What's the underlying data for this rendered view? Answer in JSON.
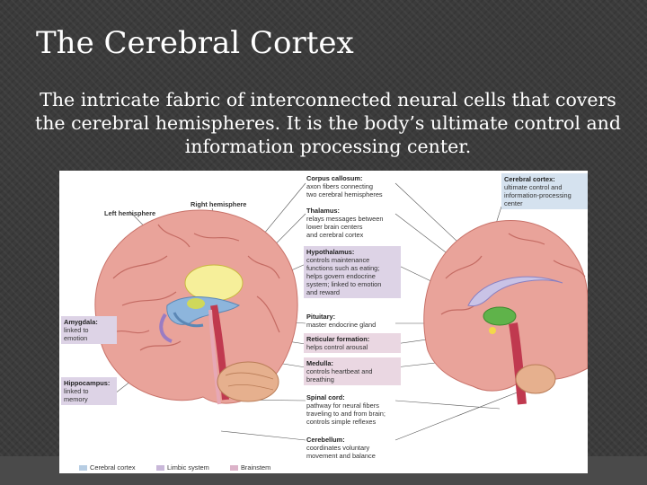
{
  "slide": {
    "title": "The Cerebral Cortex",
    "body": "The intricate fabric of interconnected neural cells that covers the cerebral hemispheres. It is the body’s ultimate control and information processing center."
  },
  "figure": {
    "top_labels": {
      "left_hemisphere": "Left hemisphere",
      "right_hemisphere": "Right hemisphere"
    },
    "left_callouts": [
      {
        "title": "Amygdala:",
        "lines": [
          "linked to",
          "emotion"
        ],
        "color": "#ddd3e6"
      },
      {
        "title": "Hippocampus:",
        "lines": [
          "linked to",
          "memory"
        ],
        "color": "#ddd3e6"
      }
    ],
    "center_callouts": [
      {
        "title": "Corpus callosum:",
        "lines": [
          "axon fibers connecting",
          "two cerebral hemispheres"
        ],
        "color": "#ffffff"
      },
      {
        "title": "Thalamus:",
        "lines": [
          "relays messages between",
          "lower brain centers",
          "and cerebral cortex"
        ],
        "color": "#ffffff"
      },
      {
        "title": "Hypothalamus:",
        "lines": [
          "controls maintenance",
          "functions such as eating;",
          "helps govern endocrine",
          "system; linked to emotion",
          "and reward"
        ],
        "color": "#ddd3e6"
      },
      {
        "title": "Pituitary:",
        "lines": [
          "master endocrine gland"
        ],
        "color": "#ffffff"
      },
      {
        "title": "Reticular formation:",
        "lines": [
          "helps control arousal"
        ],
        "color": "#ead7e2"
      },
      {
        "title": "Medulla:",
        "lines": [
          "controls heartbeat and",
          "breathing"
        ],
        "color": "#ead7e2"
      },
      {
        "title": "Spinal cord:",
        "lines": [
          "pathway for neural fibers",
          "traveling to and from brain;",
          "controls simple reflexes"
        ],
        "color": "#ffffff"
      },
      {
        "title": "Cerebellum:",
        "lines": [
          "coordinates voluntary",
          "movement and balance"
        ],
        "color": "#ffffff"
      }
    ],
    "right_callout": {
      "title": "Cerebral cortex:",
      "lines": [
        "ultimate control and",
        "information-processing",
        "center"
      ],
      "color": "#d5e2ef"
    },
    "legend": [
      {
        "label": "Cerebral cortex",
        "color": "#b7cde3"
      },
      {
        "label": "Limbic system",
        "color": "#c9b8d9"
      },
      {
        "label": "Brainstem",
        "color": "#dcb3c9"
      }
    ]
  }
}
